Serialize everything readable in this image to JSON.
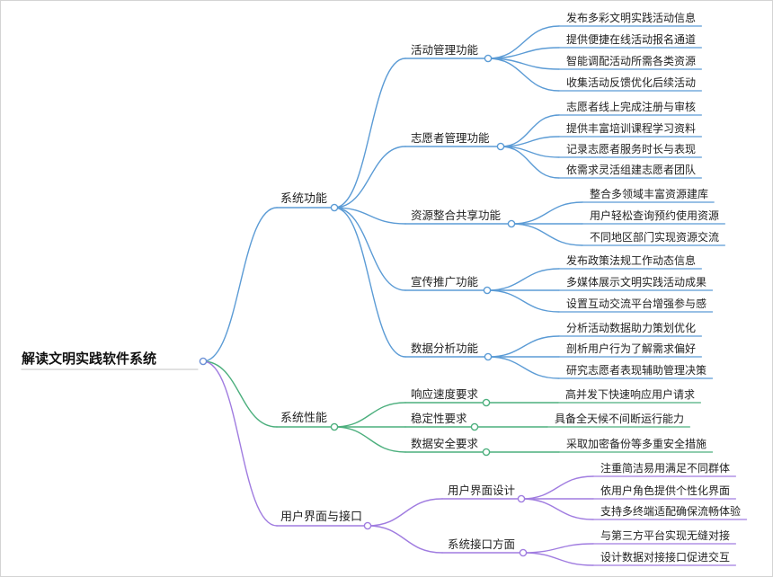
{
  "colors": {
    "blue": "#5b9bd5",
    "green": "#4caf7d",
    "purple": "#a07ce0",
    "root_dot": "#6a8fd6"
  },
  "root": {
    "label": "解读文明实践软件系统",
    "children": [
      {
        "label": "系统功能",
        "color": "blue",
        "children": [
          {
            "label": "活动管理功能",
            "children": [
              "发布多彩文明实践活动信息",
              "提供便捷在线活动报名通道",
              "智能调配活动所需各类资源",
              "收集活动反馈优化后续活动"
            ]
          },
          {
            "label": "志愿者管理功能",
            "children": [
              "志愿者线上完成注册与审核",
              "提供丰富培训课程学习资料",
              "记录志愿者服务时长与表现",
              "依需求灵活组建志愿者团队"
            ]
          },
          {
            "label": "资源整合共享功能",
            "children": [
              "整合多领域丰富资源建库",
              "用户轻松查询预约使用资源",
              "不同地区部门实现资源交流"
            ]
          },
          {
            "label": "宣传推广功能",
            "children": [
              "发布政策法规工作动态信息",
              "多媒体展示文明实践活动成果",
              "设置互动交流平台增强参与感"
            ]
          },
          {
            "label": "数据分析功能",
            "children": [
              "分析活动数据助力策划优化",
              "剖析用户行为了解需求偏好",
              "研究志愿者表现辅助管理决策"
            ]
          }
        ]
      },
      {
        "label": "系统性能",
        "color": "green",
        "children": [
          {
            "label": "响应速度要求",
            "children": [
              "高并发下快速响应用户请求"
            ]
          },
          {
            "label": "稳定性要求",
            "children": [
              "具备全天候不间断运行能力"
            ]
          },
          {
            "label": "数据安全要求",
            "children": [
              "采取加密备份等多重安全措施"
            ]
          }
        ]
      },
      {
        "label": "用户界面与接口",
        "color": "purple",
        "children": [
          {
            "label": "用户界面设计",
            "children": [
              "注重简洁易用满足不同群体",
              "依用户角色提供个性化界面",
              "支持多终端适配确保流畅体验"
            ]
          },
          {
            "label": "系统接口方面",
            "children": [
              "与第三方平台实现无缝对接",
              "设计数据对接接口促进交互"
            ]
          }
        ]
      }
    ]
  }
}
